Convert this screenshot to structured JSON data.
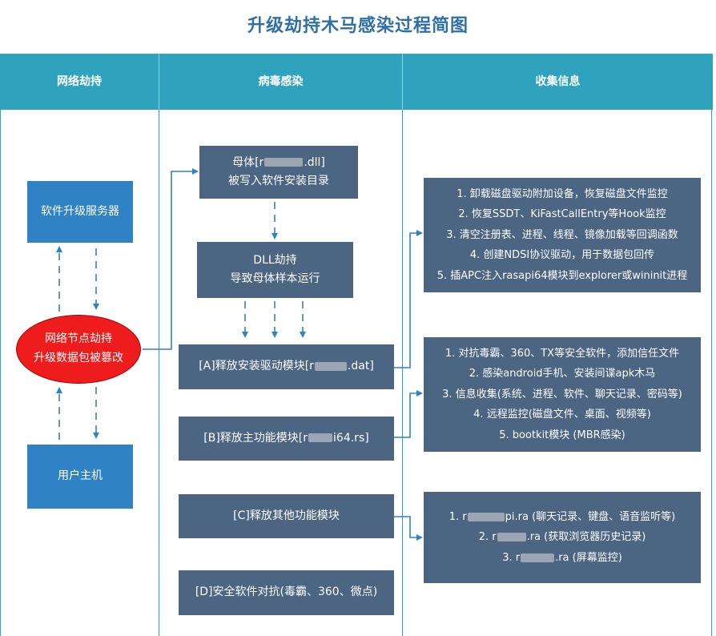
{
  "title": "升级劫持木马感染过程简图",
  "columns": [
    "网络劫持",
    "病毒感染",
    "收集信息"
  ],
  "network": {
    "server": "软件升级服务器",
    "hijack_line1": "网络节点劫持",
    "hijack_line2": "升级数据包被篡改",
    "host": "用户主机"
  },
  "infection": {
    "mother_line1_prefix": "母体[r",
    "mother_line1_suffix": ".dll]",
    "mother_line2": "被写入软件安装目录",
    "dll_line1": "DLL劫持",
    "dll_line2": "导致母体样本运行",
    "a_prefix": "[A]释放安装驱动模块[r",
    "a_suffix": ".dat]",
    "b_prefix": "[B]释放主功能模块[r",
    "b_suffix": "i64.rs]",
    "c_label": "[C]释放其他功能模块",
    "d_label": "[D]安全软件对抗(毒霸、360、微点)"
  },
  "collect": {
    "group1": [
      "1. 卸载磁盘驱动附加设备，恢复磁盘文件监控",
      "2. 恢复SSDT、KiFastCallEntry等Hook监控",
      "3. 清空注册表、进程、线程、镜像加载等回调函数",
      "4. 创建NDSI协议驱动，用于数据包回传",
      "5. 插APC注入rasapi64模块到explorer或wininit进程"
    ],
    "group2": [
      "1. 对抗毒霸、360、TX等安全软件，添加信任文件",
      "2. 感染android手机、安装间谍apk木马",
      "3. 信息收集(系统、进程、软件、聊天记录、密码等)",
      "4. 远程监控(磁盘文件、桌面、视频等)",
      "5. bootkit模块 (MBR感染)"
    ],
    "group3": [
      {
        "prefix": "1. r",
        "suffix": "pi.ra (聊天记录、键盘、语音监听等)"
      },
      {
        "prefix": "2. r",
        "suffix": ".ra (获取浏览器历史记录)"
      },
      {
        "prefix": "3. r",
        "suffix": ".ra (屏幕监控)"
      }
    ]
  },
  "colors": {
    "header": "#2fa3bd",
    "blue_box": "#2f82c3",
    "slate_box": "#4b6582",
    "ellipse": "#ee1c1c",
    "title": "#2f6fa8"
  }
}
